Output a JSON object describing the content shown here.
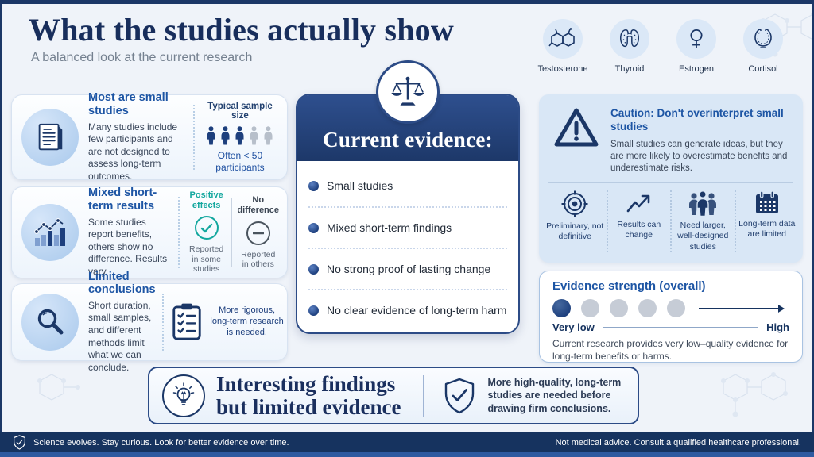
{
  "colors": {
    "navy": "#1b3767",
    "accent": "#1d55a4",
    "teal": "#13a79e",
    "footer-navy": "#16335f",
    "dot-filled": "#1d3f7d",
    "dot-empty": "#c6ccd6",
    "header-light": "#2e4f8e",
    "header-dark": "#1d3869"
  },
  "page": {
    "title": "What the studies actually show",
    "subtitle": "A balanced look at the current research"
  },
  "hormones": [
    {
      "label": "Testosterone",
      "icon": "testosterone-molecule-icon"
    },
    {
      "label": "Thyroid",
      "icon": "thyroid-gland-icon"
    },
    {
      "label": "Estrogen",
      "icon": "female-symbol-icon"
    },
    {
      "label": "Cortisol",
      "icon": "adrenal-gland-icon"
    }
  ],
  "left_panels": {
    "small_studies": {
      "icon": "document-icon",
      "heading": "Most are small studies",
      "body": "Many studies include few participants and are not designed to assess long-term outcomes.",
      "aside_title": "Typical sample size",
      "aside_caption": "Often < 50 participants",
      "sample_figures_filled": 3,
      "sample_figures_total": 5
    },
    "mixed_results": {
      "icon": "bar-chart-icon",
      "heading": "Mixed short-term results",
      "body": "Some studies report benefits, others show no difference. Results vary.",
      "positive": {
        "title": "Positive effects",
        "icon": "check-circle-icon",
        "caption": "Reported in some studies"
      },
      "no_difference": {
        "title": "No difference",
        "icon": "minus-circle-icon",
        "caption": "Reported in others"
      }
    },
    "limited_conclusions": {
      "icon": "magnifier-icon",
      "heading": "Limited conclusions",
      "body": "Short duration, small samples, and different methods limit what we can conclude.",
      "aside_icon": "clipboard-checklist-icon",
      "aside": "More rigorous, long-term research is needed."
    }
  },
  "center": {
    "badge_icon": "scales-icon",
    "heading": "Current evidence:",
    "items": [
      "Small studies",
      "Mixed short-term findings",
      "No strong proof of lasting change",
      "No clear evidence of long-term harm"
    ]
  },
  "caution": {
    "icon": "warning-triangle-icon",
    "heading": "Caution: Don't overinterpret small studies",
    "body": "Small studies can generate ideas, but they are more likely to overestimate benefits and underestimate risks.",
    "points": [
      {
        "label": "Preliminary, not definitive",
        "icon": "target-icon"
      },
      {
        "label": "Results can change",
        "icon": "trend-up-icon"
      },
      {
        "label": "Need larger, well-designed studies",
        "icon": "people-group-icon"
      },
      {
        "label": "Long-term data are limited",
        "icon": "calendar-icon"
      }
    ]
  },
  "evidence_strength": {
    "heading": "Evidence strength (overall)",
    "dots_filled": 1,
    "dots_total": 5,
    "scale_low_label": "Very low",
    "scale_high_label": "High",
    "body": "Current research provides very low–quality evidence for long-term benefits or harms."
  },
  "banner": {
    "icon": "lightbulb-icon",
    "heading_line1": "Interesting findings",
    "heading_line2": "but limited evidence",
    "note_icon": "shield-check-icon",
    "note": "More high-quality, long-term studies are needed before drawing firm conclusions."
  },
  "footer": {
    "icon": "shield-check-icon",
    "left": "Science evolves.  Stay curious. Look for better evidence over time.",
    "right": "Not medical advice. Consult a qualified healthcare professional."
  }
}
